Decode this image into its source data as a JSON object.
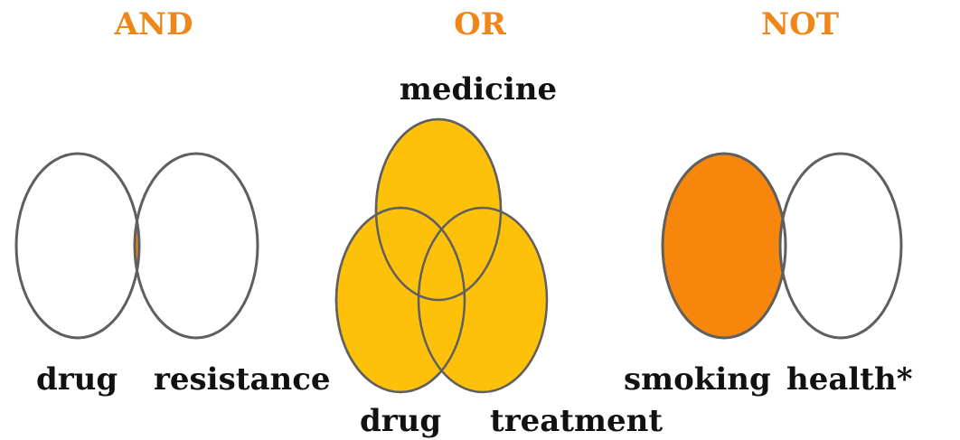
{
  "colors": {
    "title": "#f0861a",
    "and_fill": "#f7860c",
    "or_fill": "#fdc10a",
    "not_fill": "#f7860c",
    "stroke": "#5f5f5f",
    "text": "#111111"
  },
  "and": {
    "title": "AND",
    "terms": [
      "drug",
      "resistance"
    ]
  },
  "or": {
    "title": "OR",
    "terms": [
      "medicine",
      "drug",
      "treatment"
    ]
  },
  "not": {
    "title": "NOT",
    "terms": [
      "smoking",
      "health*"
    ]
  }
}
